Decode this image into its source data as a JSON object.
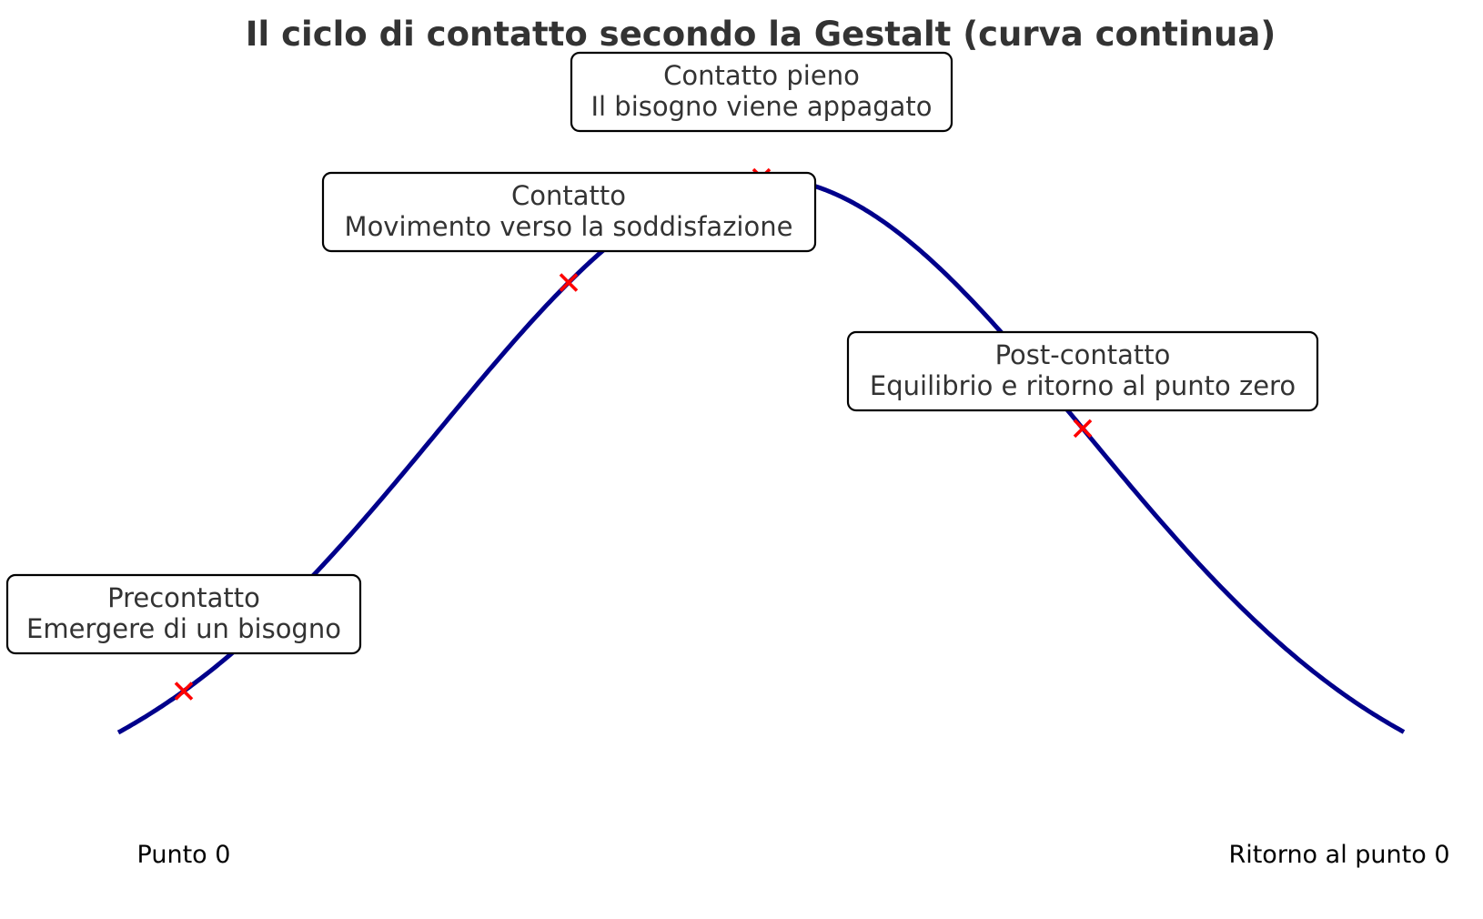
{
  "title": "Il ciclo di contatto secondo la Gestalt (curva continua)",
  "colors": {
    "curve": "#00008b",
    "marker": "#ff0000",
    "text": "#333333",
    "box_border": "#000000"
  },
  "chart_data": {
    "type": "line",
    "title": "Il ciclo di contatto secondo la Gestalt (curva continua)",
    "curve_shape": "bell",
    "stages": [
      {
        "title": "Precontatto",
        "subtitle": "Emergere di un bisogno"
      },
      {
        "title": "Contatto",
        "subtitle": "Movimento verso la soddisfazione"
      },
      {
        "title": "Contatto pieno",
        "subtitle": "Il bisogno viene appagato"
      },
      {
        "title": "Post-contatto",
        "subtitle": "Equilibrio e ritorno al punto zero"
      }
    ],
    "start_label": "Punto 0",
    "end_label": "Ritorno al punto 0",
    "marker_symbol": "x",
    "grid": false,
    "axes_visible": false
  }
}
